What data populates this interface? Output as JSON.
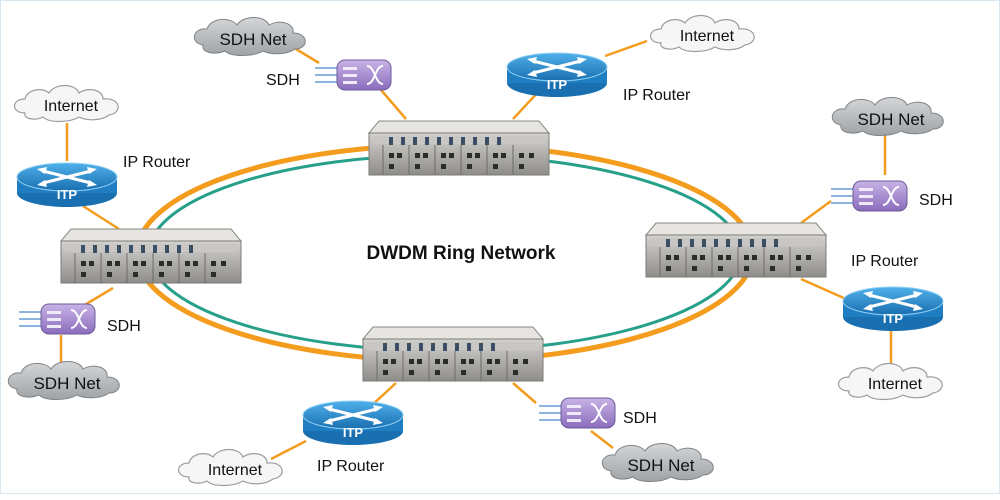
{
  "diagram": {
    "title": "DWDM Ring Network",
    "labels": {
      "sdh_net": "SDH Net",
      "internet": "Internet",
      "sdh": "SDH",
      "ip_router": "IP Router",
      "itp": "ITP"
    },
    "colors": {
      "ring_outer": "#f39c1e",
      "ring_inner": "#27a08a",
      "link": "#f39c1e",
      "router": "#2288cc",
      "sdh_device": "#9a7cc8",
      "cloud_light": "#f4f4f4",
      "cloud_dark": "#b7babd"
    }
  }
}
